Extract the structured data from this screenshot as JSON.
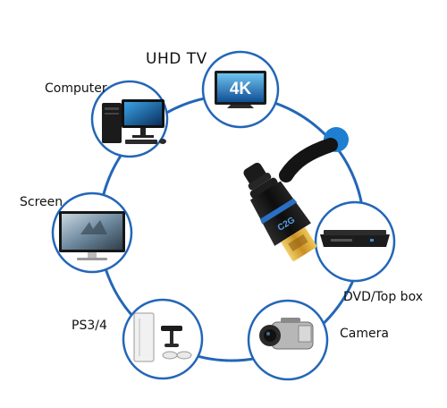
{
  "labels": {
    "uhd_tv": "UHD TV",
    "computer": "Computer",
    "screen": "Screen",
    "dvd": "DVD/Top box",
    "ps": "PS3/4",
    "camera": "Camera",
    "badge_4k": "4K",
    "cable_brand": "C2G"
  },
  "colors": {
    "ring": "#2366b8",
    "connector_dot": "#1e7fd0",
    "cable_black": "#141414",
    "cable_accent": "#2a6fc4",
    "gold": "#d9a43c"
  }
}
